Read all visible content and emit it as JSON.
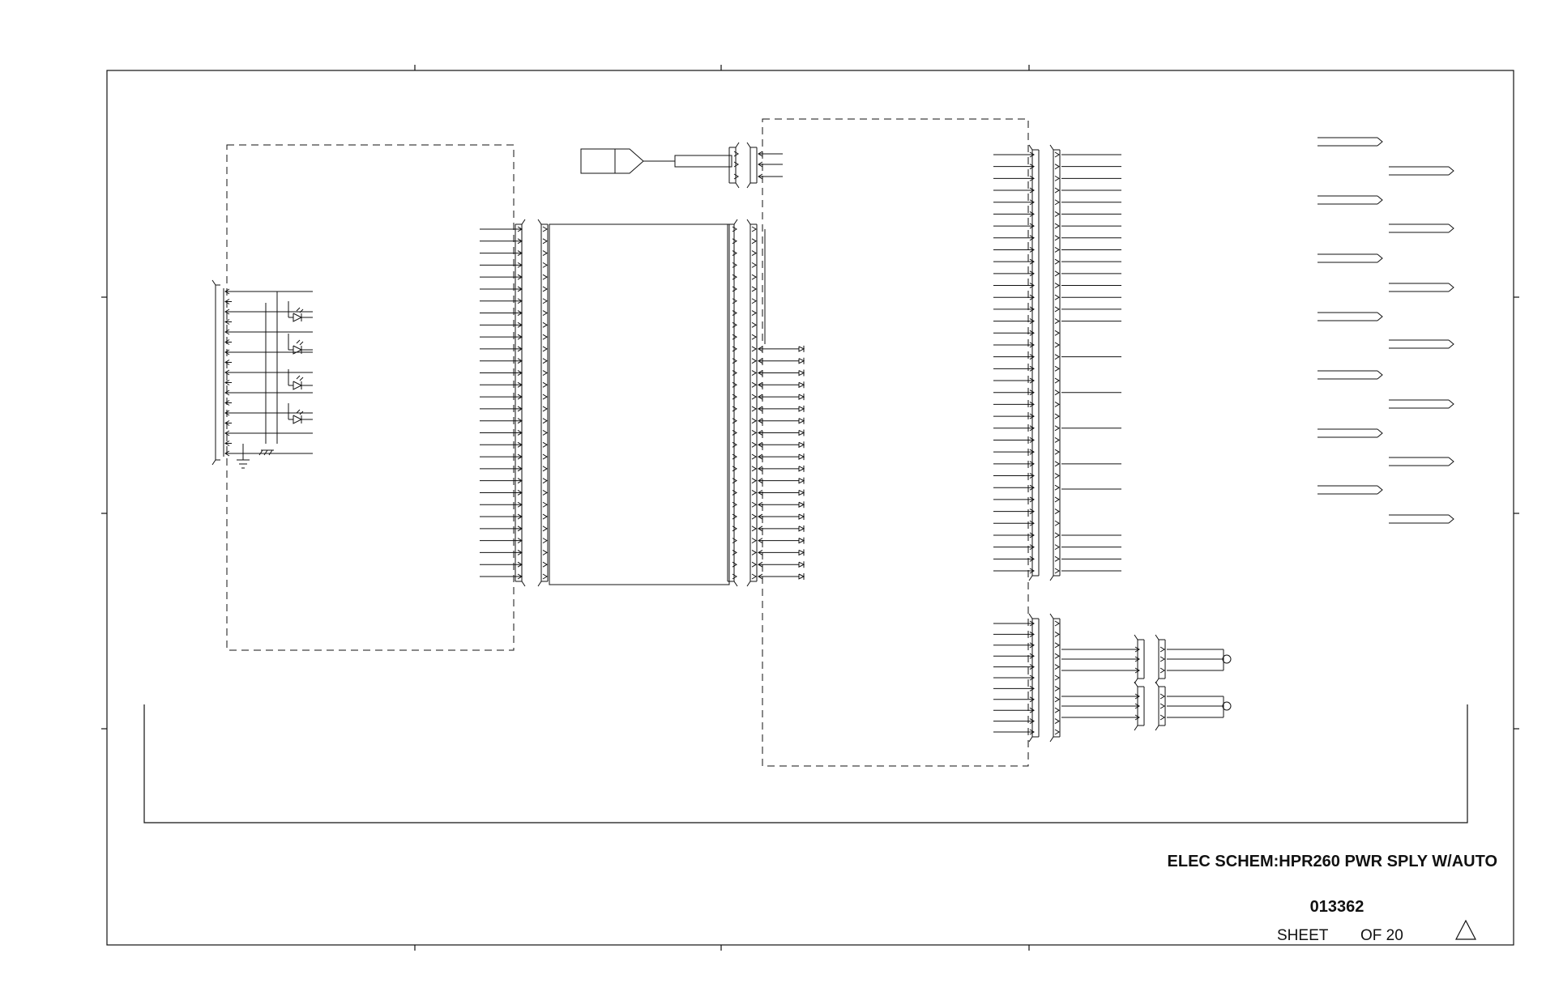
{
  "title_block": {
    "title": "ELEC SCHEM:HPR260 PWR SPLY W/AUTO",
    "drawing_number": "013362",
    "sheet_label": "SHEET",
    "of_label": "OF 20",
    "revision_icon": "triangle-revision-icon"
  },
  "diagram": {
    "description_icons": [
      "ground-icon",
      "chassis-ground-icon",
      "led-icon",
      "connector-icon",
      "test-point-icon"
    ],
    "line_color": "#111111",
    "background": "#ffffff"
  }
}
